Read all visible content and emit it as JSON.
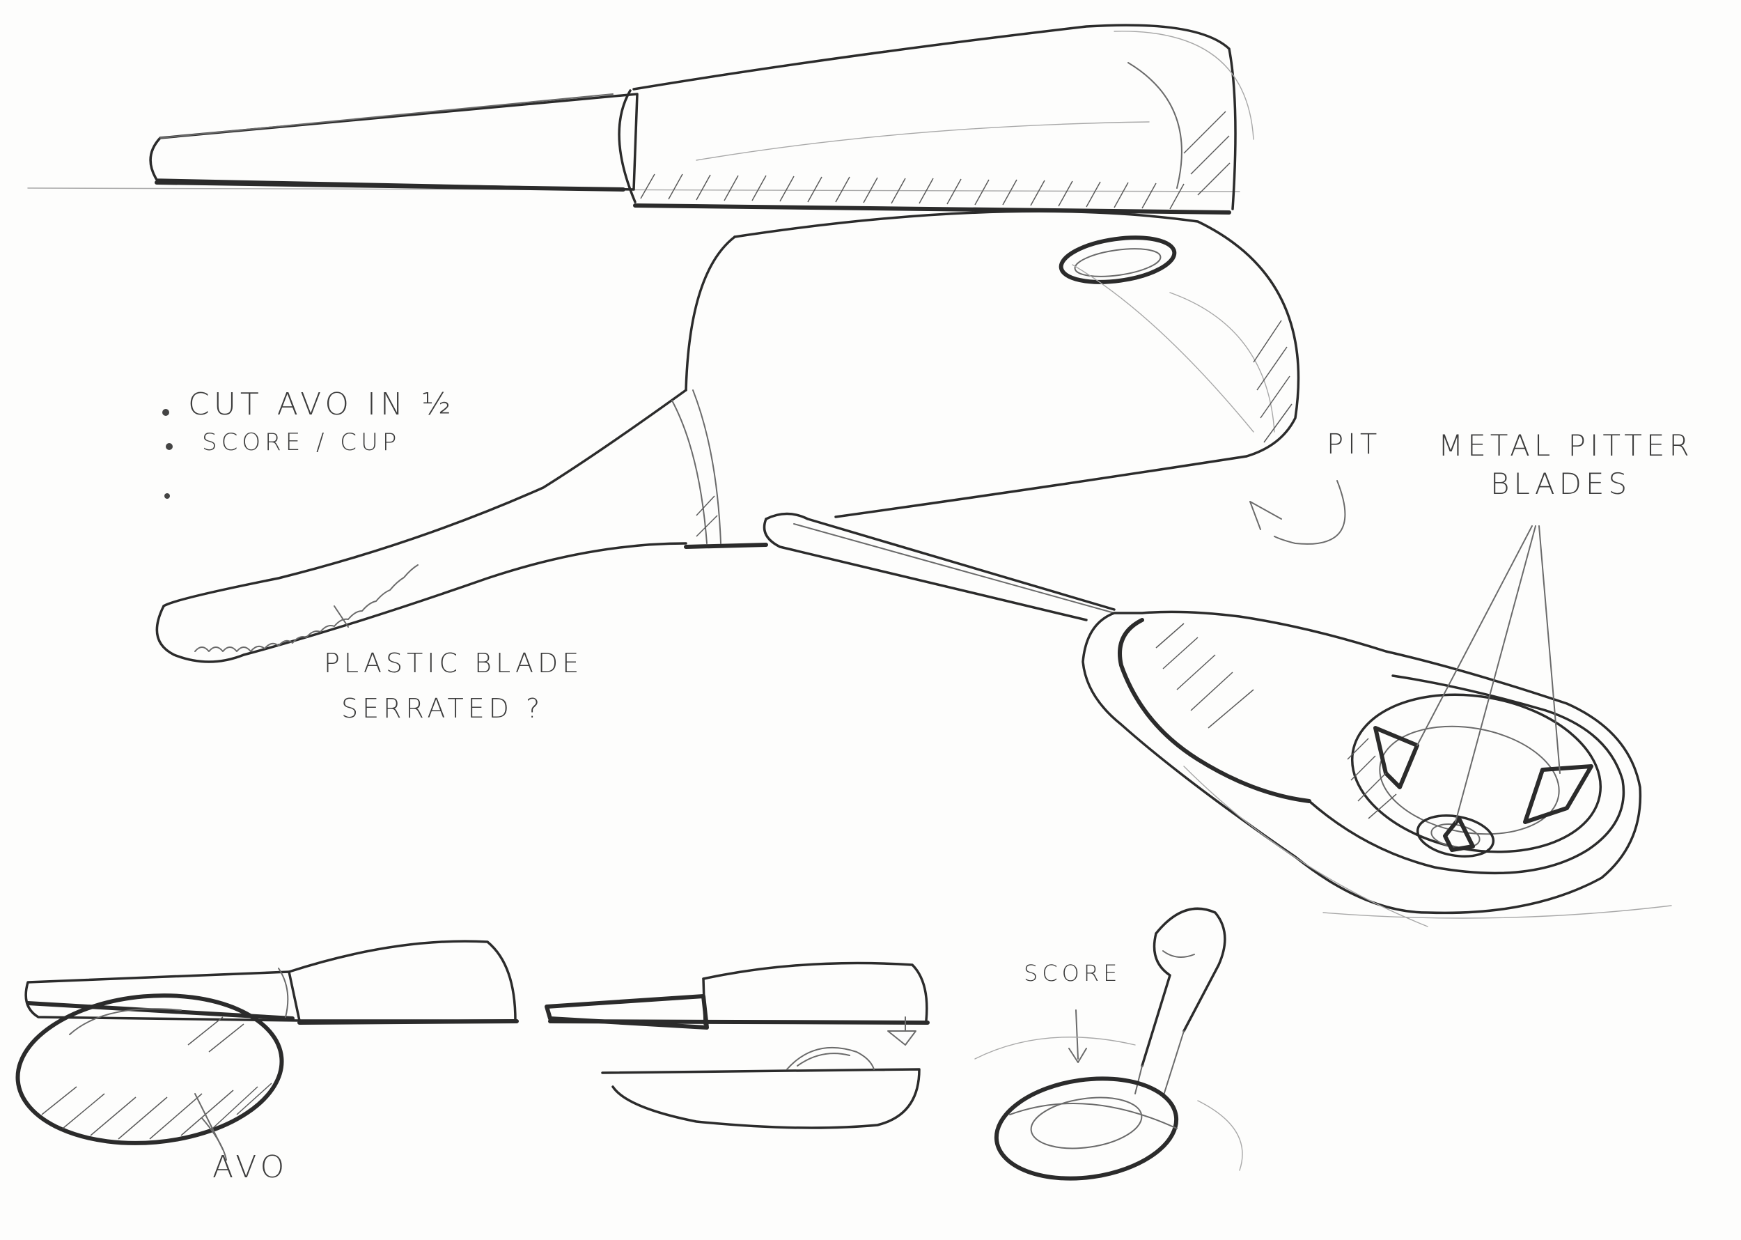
{
  "notes": {
    "bullet_1": "CUT AVO IN ½",
    "bullet_2": "SCORE / CUP",
    "pit": "PIT",
    "metal_blades_line1": "METAL PITTER",
    "metal_blades_line2": "BLADES",
    "plastic_blade_line1": "PLASTIC BLADE",
    "plastic_blade_line2": "SERRATED ?",
    "avo": "AVO",
    "score": "SCORE"
  }
}
